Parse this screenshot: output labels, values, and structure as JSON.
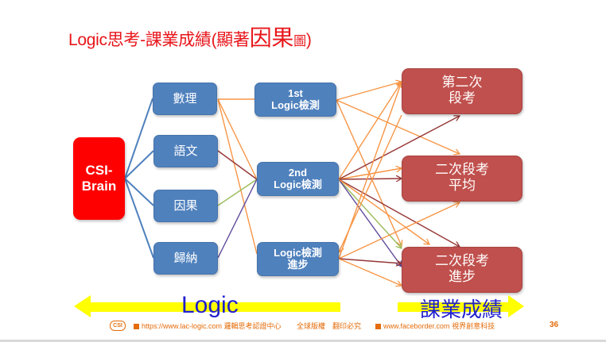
{
  "title": {
    "main": "Logic思考-課業成績(顯著",
    "emphasis": "因果",
    "suffix": "圖",
    "close": ")"
  },
  "colors": {
    "title": "#e8161b",
    "brain_box": "#ff0000",
    "skill_box": "#4f81bd",
    "outcome_box": "#c0504d",
    "connector_blue": "#4f81bd",
    "arrow_orange": "#f79646",
    "arrow_darkred": "#953735",
    "arrow_green": "#9bbb59",
    "arrow_purple": "#604a9b",
    "banner_yellow": "#ffff00",
    "banner_text": "#1f1fcf",
    "footer": "#e46c0a"
  },
  "nodes": {
    "brain": {
      "label_line1": "CSI-",
      "label_line2": "Brain"
    },
    "skills": [
      {
        "label": "數理"
      },
      {
        "label": "語文"
      },
      {
        "label": "因果"
      },
      {
        "label": "歸納"
      }
    ],
    "tests": [
      {
        "label_line1": "1st",
        "label_line2": "Logic檢測"
      },
      {
        "label_line1": "2nd",
        "label_line2": "Logic檢測"
      },
      {
        "label_line1": "Logic檢測",
        "label_line2": "進步"
      }
    ],
    "outcomes": [
      {
        "label_line1": "第二次",
        "label_line2": "段考"
      },
      {
        "label_line1": "二次段考",
        "label_line2": "平均"
      },
      {
        "label_line1": "二次段考",
        "label_line2": "進步"
      }
    ]
  },
  "edges": [
    {
      "from": "brain",
      "to": "skill-0",
      "color": "blue"
    },
    {
      "from": "brain",
      "to": "skill-1",
      "color": "blue"
    },
    {
      "from": "brain",
      "to": "skill-2",
      "color": "blue"
    },
    {
      "from": "brain",
      "to": "skill-3",
      "color": "blue"
    },
    {
      "from": "skill-0",
      "to": "test-0",
      "color": "orange"
    },
    {
      "from": "skill-0",
      "to": "test-1",
      "color": "orange"
    },
    {
      "from": "skill-0",
      "to": "test-2",
      "color": "orange"
    },
    {
      "from": "skill-1",
      "to": "test-1",
      "color": "darkred"
    },
    {
      "from": "skill-2",
      "to": "test-1",
      "color": "green"
    },
    {
      "from": "skill-3",
      "to": "test-1",
      "color": "purple"
    },
    {
      "from": "test-0",
      "to": "outcome-0",
      "color": "orange",
      "arrow": true
    },
    {
      "from": "test-0",
      "to": "outcome-1",
      "color": "orange",
      "arrow": true
    },
    {
      "from": "test-0",
      "to": "outcome-2",
      "color": "orange",
      "arrow": true
    },
    {
      "from": "test-1",
      "to": "outcome-0",
      "color": "orange",
      "arrow": true
    },
    {
      "from": "test-1",
      "to": "outcome-0b",
      "color": "darkred",
      "arrow": true
    },
    {
      "from": "test-1",
      "to": "outcome-1",
      "color": "orange",
      "arrow": true
    },
    {
      "from": "test-1",
      "to": "outcome-1b",
      "color": "darkred",
      "arrow": true
    },
    {
      "from": "test-1",
      "to": "outcome-2",
      "color": "darkred",
      "arrow": true
    },
    {
      "from": "test-1",
      "to": "outcome-2b",
      "color": "green",
      "arrow": true
    },
    {
      "from": "test-1",
      "to": "outcome-2c",
      "color": "purple",
      "arrow": true
    },
    {
      "from": "test-1",
      "to": "outcome-2d",
      "color": "orange",
      "arrow": true
    },
    {
      "from": "test-2",
      "to": "outcome-0",
      "color": "orange",
      "arrow": true
    },
    {
      "from": "test-2",
      "to": "outcome-1",
      "color": "orange",
      "arrow": true
    },
    {
      "from": "test-2",
      "to": "outcome-2",
      "color": "darkred",
      "arrow": true
    },
    {
      "from": "test-2",
      "to": "outcome-2e",
      "color": "orange",
      "arrow": true
    },
    {
      "from": "outcome-2",
      "to": "test-2",
      "color": "orange",
      "arrow": true
    }
  ],
  "banner": {
    "left_label": "Logic",
    "right_label": "課業成績"
  },
  "footer": {
    "logo_text": "CSI",
    "link1": "https://www.lac-logic.com",
    "org1": "邏輯思考認證中心",
    "copyright": "全球版權　翻印必究",
    "link2": "www.faceborder.com",
    "org2": "視界創意科技",
    "page_number": "36"
  }
}
